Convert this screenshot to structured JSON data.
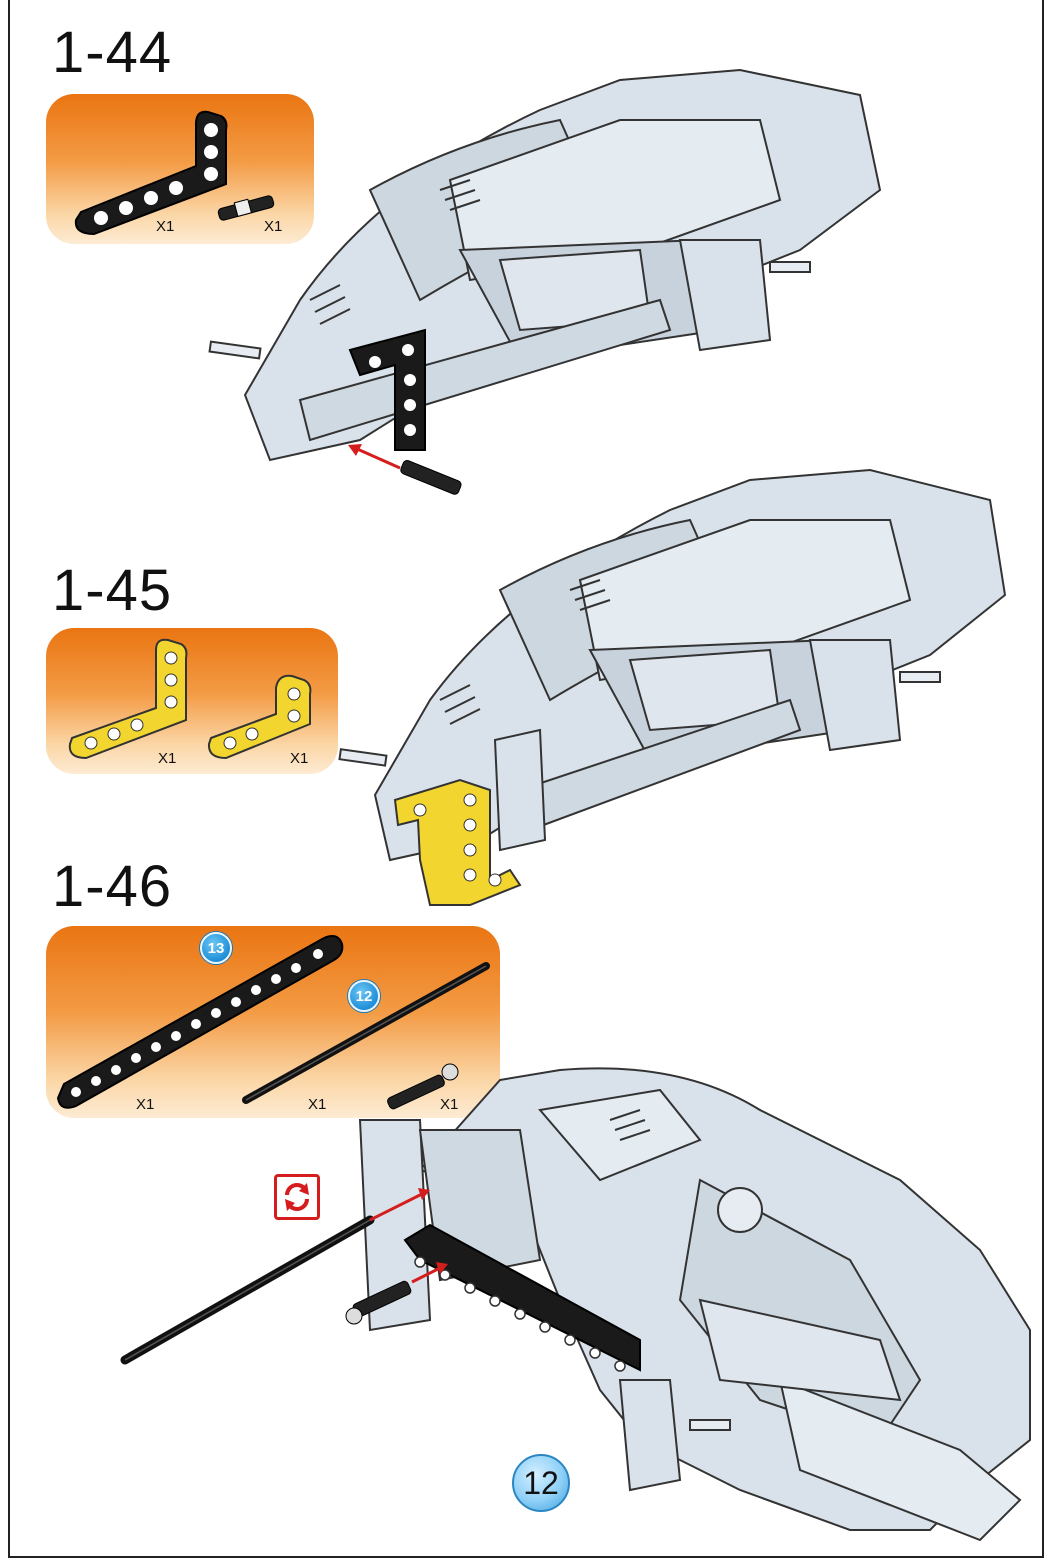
{
  "steps": [
    {
      "number": "1-44",
      "parts": [
        {
          "qty": "X1"
        },
        {
          "qty": "X1"
        }
      ]
    },
    {
      "number": "1-45",
      "parts": [
        {
          "qty": "X1"
        },
        {
          "qty": "X1"
        }
      ]
    },
    {
      "number": "1-46",
      "parts": [
        {
          "qty": "X1",
          "length": "13"
        },
        {
          "qty": "X1",
          "length": "12"
        },
        {
          "qty": "X1"
        }
      ]
    }
  ],
  "page_number": "12",
  "colors": {
    "parts_box_orange": "#ea7512",
    "model_gray": "#d9e2ea",
    "beam_black": "#1a1a1a",
    "beam_yellow": "#f2d52e",
    "arrow_red": "#d61d1d",
    "badge_blue": "#1f8fd8"
  },
  "icons": [
    "rotate-model-icon"
  ]
}
